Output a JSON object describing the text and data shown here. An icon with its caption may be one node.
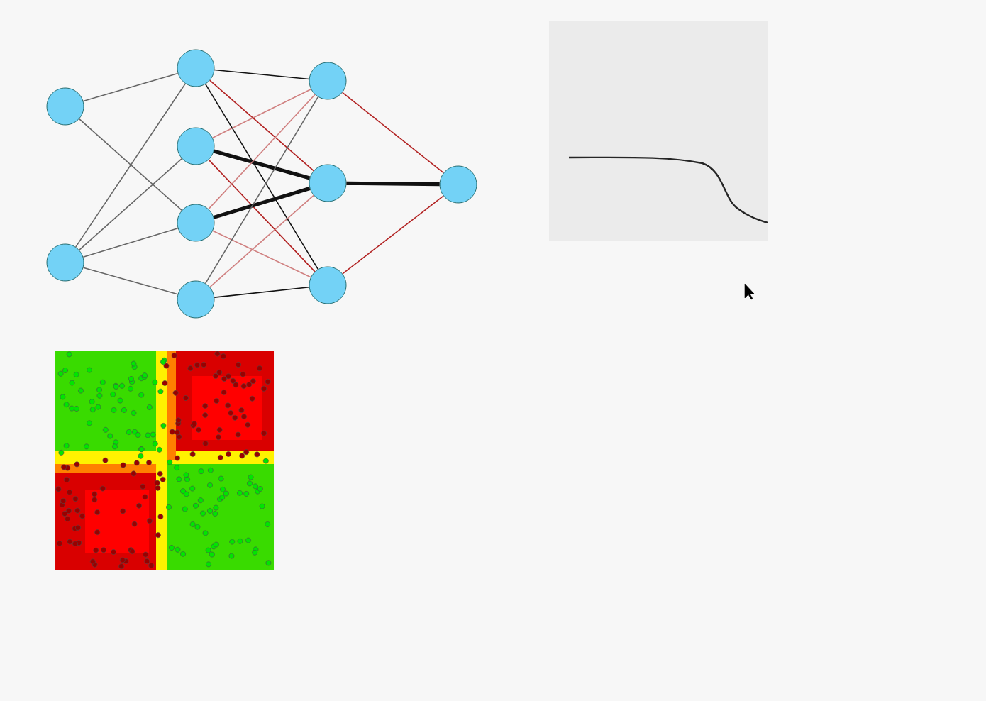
{
  "diagram": {
    "nodes": [
      {
        "text": [],
        "shape": "circle"
      },
      {
        "text": [],
        "shape": "circle"
      },
      {
        "text": [],
        "shape": "circle"
      },
      {
        "text": [],
        "shape": "circle"
      },
      {
        "text": [],
        "shape": "circle"
      },
      {
        "text": [],
        "shape": "circle"
      },
      {
        "text": [],
        "shape": "circle"
      },
      {
        "text": [],
        "shape": "circle"
      },
      {
        "text": [],
        "shape": "circle"
      },
      {
        "text": [],
        "shape": "circle"
      }
    ],
    "edges": [
      {
        "from": 0,
        "to": 2,
        "arrow": "none",
        "color": "#666666"
      },
      {
        "from": 0,
        "to": 4,
        "arrow": "none",
        "color": "#666666"
      },
      {
        "from": 1,
        "to": 2,
        "arrow": "none",
        "color": "#666666"
      },
      {
        "from": 1,
        "to": 3,
        "arrow": "none",
        "color": "#666666"
      },
      {
        "from": 1,
        "to": 4,
        "arrow": "none",
        "color": "#666666"
      },
      {
        "from": 1,
        "to": 5,
        "arrow": "none",
        "color": "#666666"
      },
      {
        "from": 2,
        "to": 6,
        "arrow": "none"
      },
      {
        "from": 2,
        "to": 7,
        "arrow": "none",
        "color": "#b22222"
      },
      {
        "from": 2,
        "to": 8,
        "arrow": "none"
      },
      {
        "from": 3,
        "to": 6,
        "arrow": "none",
        "color": "#d08080"
      },
      {
        "from": 3,
        "to": 7,
        "arrow": "none",
        "style": "thick"
      },
      {
        "from": 3,
        "to": 8,
        "arrow": "none",
        "color": "#b22222"
      },
      {
        "from": 4,
        "to": 6,
        "arrow": "none",
        "color": "#d08080"
      },
      {
        "from": 4,
        "to": 7,
        "arrow": "none",
        "style": "thick"
      },
      {
        "from": 4,
        "to": 8,
        "arrow": "none",
        "color": "#d08080"
      },
      {
        "from": 5,
        "to": 6,
        "arrow": "none",
        "color": "#666666"
      },
      {
        "from": 5,
        "to": 7,
        "arrow": "none",
        "color": "#d08080"
      },
      {
        "from": 5,
        "to": 8,
        "arrow": "none"
      },
      {
        "from": 6,
        "to": 9,
        "arrow": "none",
        "color": "#b22222"
      },
      {
        "from": 7,
        "to": 9,
        "arrow": "none",
        "style": "thick"
      },
      {
        "from": 8,
        "to": 9,
        "arrow": "none",
        "color": "#b22222"
      }
    ]
  }
}
